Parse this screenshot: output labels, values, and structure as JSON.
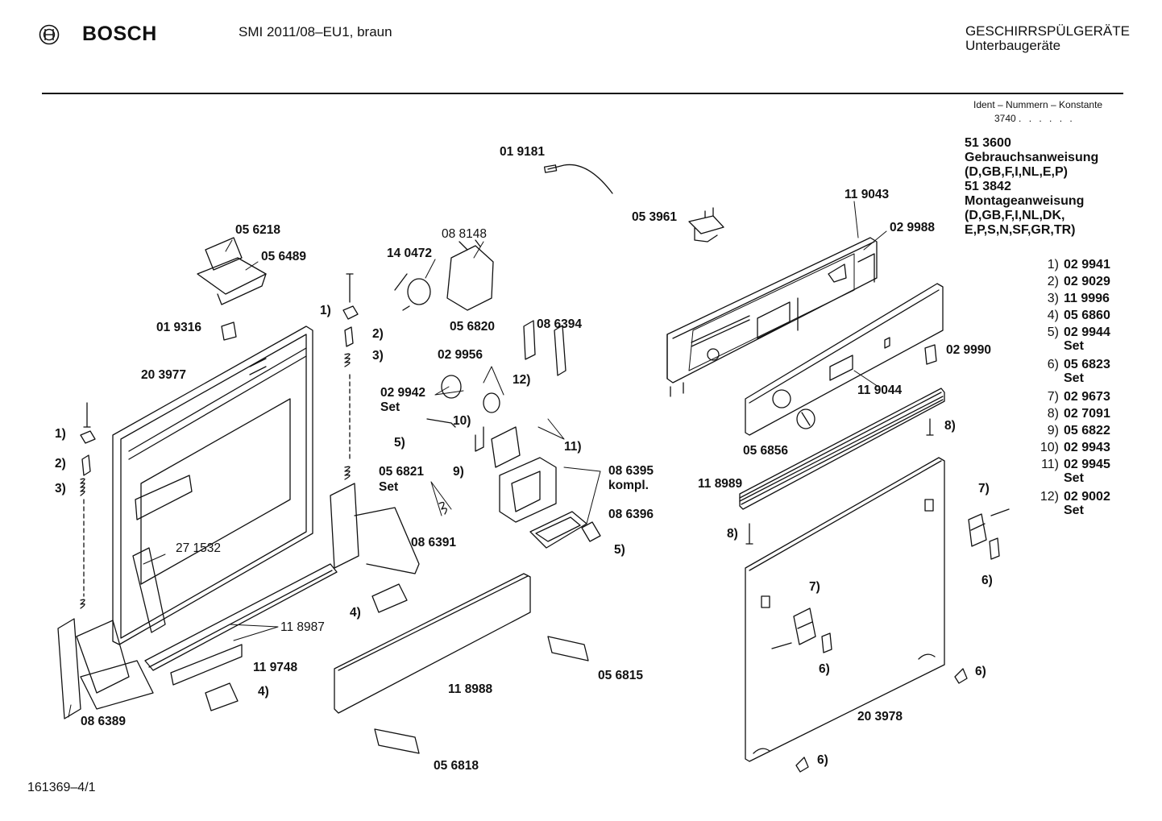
{
  "header": {
    "brand": "BOSCH",
    "model": "SMI 2011/08–EU1, braun",
    "category_line1": "GESCHIRRSPÜLGERÄTE",
    "category_line2": "Unterbaugeräte",
    "logo_icon": "bosch-armature-icon"
  },
  "ident": {
    "label": "Ident – Nummern – Konstante",
    "value": "3740",
    "dots": ". . . . . ."
  },
  "documents": [
    {
      "number": "51 3600",
      "title": "Gebrauchsanweisung",
      "languages": [
        "(D,GB,F,I,NL,E,P)"
      ]
    },
    {
      "number": "51 3842",
      "title": "Montageanweisung",
      "languages": [
        "(D,GB,F,I,NL,DK,",
        "E,P,S,N,SF,GR,TR)"
      ]
    }
  ],
  "legend": [
    {
      "ref": "1)",
      "part": "02 9941",
      "note": ""
    },
    {
      "ref": "2)",
      "part": "02 9029",
      "note": ""
    },
    {
      "ref": "3)",
      "part": "11 9996",
      "note": ""
    },
    {
      "ref": "4)",
      "part": "05 6860",
      "note": ""
    },
    {
      "ref": "5)",
      "part": "02 9944",
      "note": "Set"
    },
    {
      "ref": "6)",
      "part": "05 6823",
      "note": "Set"
    },
    {
      "ref": "7)",
      "part": "02 9673",
      "note": ""
    },
    {
      "ref": "8)",
      "part": "02 7091",
      "note": ""
    },
    {
      "ref": "9)",
      "part": "05 6822",
      "note": ""
    },
    {
      "ref": "10)",
      "part": "02 9943",
      "note": ""
    },
    {
      "ref": "11)",
      "part": "02 9945",
      "note": "Set"
    },
    {
      "ref": "12)",
      "part": "02 9002",
      "note": "Set"
    }
  ],
  "callouts": {
    "p019181": "01 9181",
    "p053961": "05 3961",
    "p119043": "11 9043",
    "p029988": "02 9988",
    "p056218": "05 6218",
    "p056489": "05 6489",
    "p088148": "08 8148",
    "p140472": "14 0472",
    "p019316": "01 9316",
    "p203977": "20 3977",
    "p056820": "05 6820",
    "p086394": "08 6394",
    "p029956": "02 9956",
    "p029942": "02 9942",
    "p029942_set": "Set",
    "p029990": "02 9990",
    "p119044": "11 9044",
    "p056856": "05 6856",
    "p056821": "05 6821",
    "p056821_set": "Set",
    "p086395": "08 6395",
    "p086395_kompl": "kompl.",
    "p086396": "08 6396",
    "p118989": "11 8989",
    "p271532": "27 1532",
    "p086391": "08 6391",
    "p118987": "11 8987",
    "p119748": "11 9748",
    "p086389": "08 6389",
    "p118988": "11 8988",
    "p056815": "05 6815",
    "p056818": "05 6818",
    "p203978": "20 3978",
    "r1a": "1)",
    "r1b": "1)",
    "r2a": "2)",
    "r2b": "2)",
    "r3a": "3)",
    "r3b": "3)",
    "r4a": "4)",
    "r4b": "4)",
    "r5a": "5)",
    "r5b": "5)",
    "r6a": "6)",
    "r6b": "6)",
    "r6c": "6)",
    "r6d": "6)",
    "r7a": "7)",
    "r7b": "7)",
    "r8a": "8)",
    "r8b": "8)",
    "r9": "9)",
    "r10": "10)",
    "r11": "11)",
    "r12": "12)"
  },
  "footer": {
    "drawing_number": "161369–4/1"
  }
}
